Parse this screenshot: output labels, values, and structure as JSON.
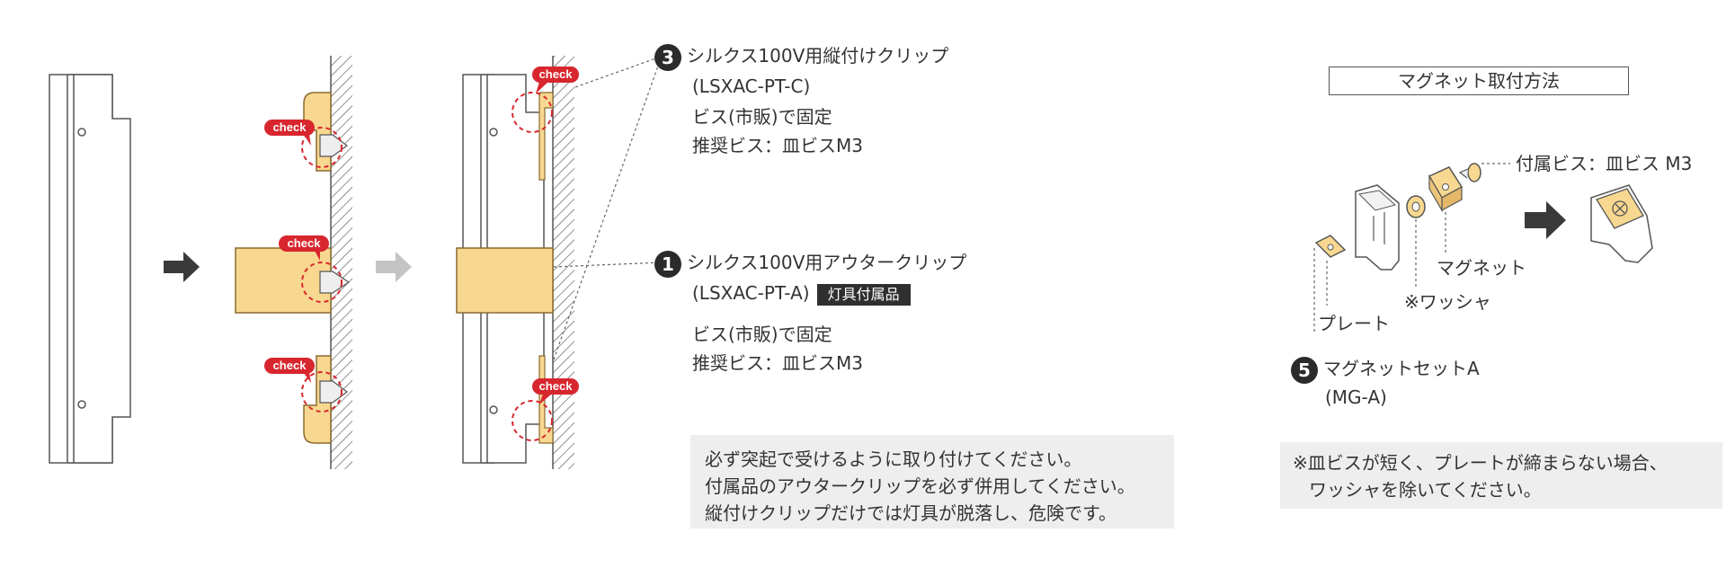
{
  "check_label": "check",
  "clip3": {
    "number": "3",
    "name": "シルクス100V用縦付けクリップ",
    "code": "(LSXAC-PT-C)",
    "fix": "ビス(市販)で固定",
    "screw": "推奨ビス：皿ビスM3"
  },
  "clip1": {
    "number": "1",
    "name": "シルクス100V用アウタークリップ",
    "code": "(LSXAC-PT-A)",
    "badge": "灯具付属品",
    "fix": "ビス(市販)で固定",
    "screw": "推奨ビス：皿ビスM3"
  },
  "warning": [
    "必ず突起で受けるように取り付けてください。",
    "付属品のアウタークリップを必ず併用してください。",
    "縦付けクリップだけでは灯具が脱落し、危険です。"
  ],
  "magnet": {
    "title": "マグネット取付方法",
    "screw_label": "付属ビス：皿ビス M3",
    "magnet_label": "マグネット",
    "washer_label": "※ワッシャ",
    "plate_label": "プレート",
    "set_number": "5",
    "set_name": "マグネットセットA",
    "set_code": "(MG-A)",
    "note": [
      "※皿ビスが短く、プレートが締まらない場合、",
      "ワッシャを除いてください。"
    ]
  },
  "colors": {
    "clip_fill": "#f8d890",
    "clip_stroke": "#8a6a30",
    "check_red": "#d8262e",
    "arrow_dark": "#3a3a3a",
    "arrow_light": "#c4c4c4"
  }
}
